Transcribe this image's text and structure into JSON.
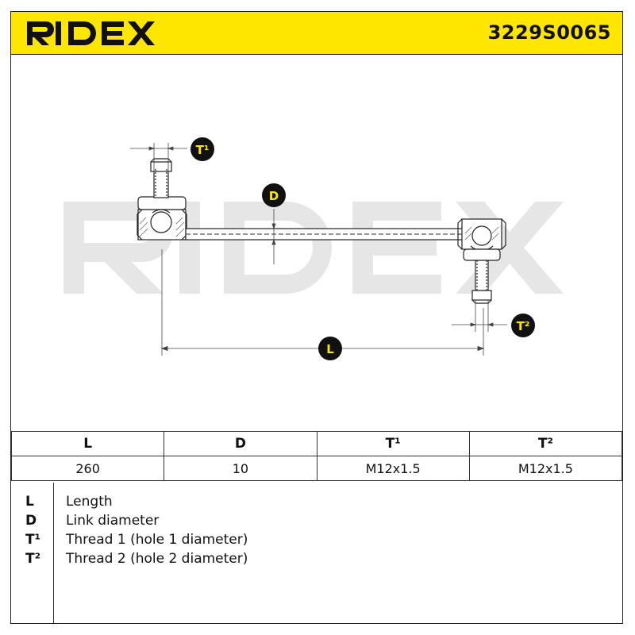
{
  "brand": {
    "name": "RIDEX",
    "accent_color": "#ffe600",
    "watermark": "RIDEX"
  },
  "part_number": "3229S0065",
  "drawing": {
    "labels": {
      "t1": "T¹",
      "d": "D",
      "t2": "T²",
      "l": "L"
    }
  },
  "spec_table": {
    "headers": [
      "L",
      "D",
      "T¹",
      "T²"
    ],
    "values": [
      "260",
      "10",
      "M12x1.5",
      "M12x1.5"
    ]
  },
  "legend": [
    {
      "symbol": "L",
      "text": "Length"
    },
    {
      "symbol": "D",
      "text": "Link diameter"
    },
    {
      "symbol": "T¹",
      "text": "Thread 1 (hole 1 diameter)"
    },
    {
      "symbol": "T²",
      "text": "Thread 2 (hole 2 diameter)"
    }
  ]
}
